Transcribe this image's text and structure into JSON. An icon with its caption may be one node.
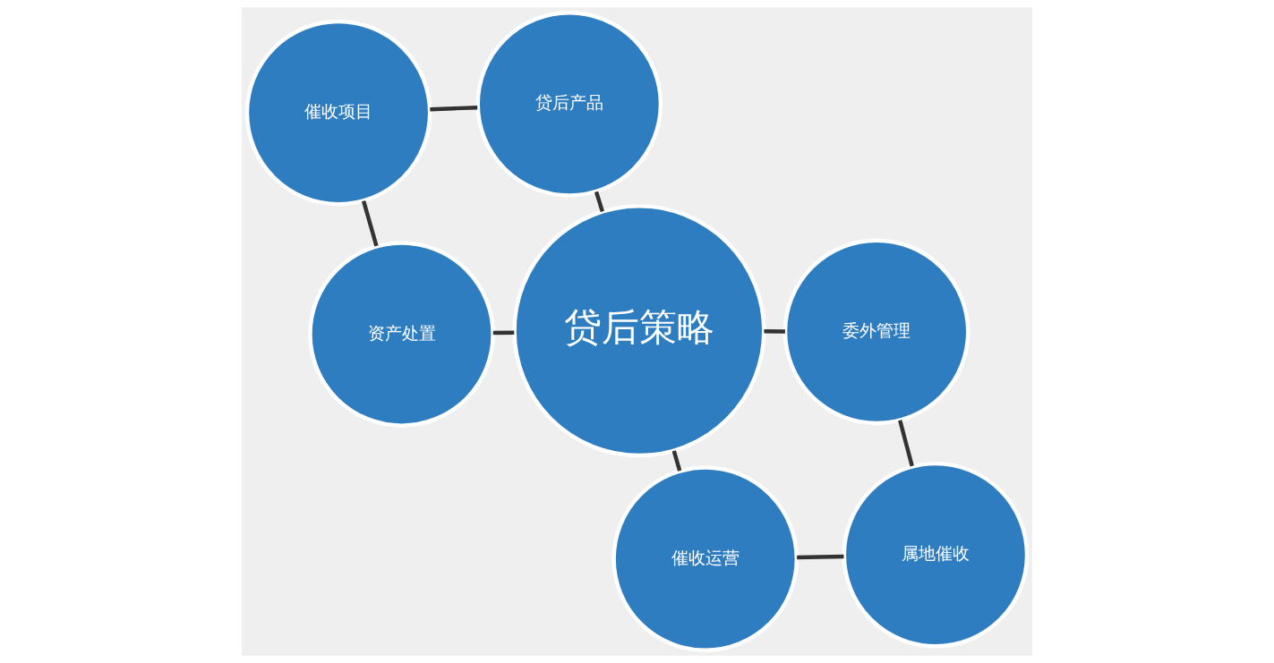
{
  "diagram": {
    "nodes": [
      {
        "text": [
          "贷后策略"
        ]
      },
      {
        "text": [
          "催收运营"
        ]
      },
      {
        "text": [
          "属地催收"
        ]
      },
      {
        "text": [
          "委外管理"
        ]
      },
      {
        "text": [
          "贷后产品"
        ]
      },
      {
        "text": [
          "催收项目"
        ]
      },
      {
        "text": [
          "资产处置"
        ]
      }
    ],
    "edges": [
      {
        "from": 0,
        "to": 1,
        "arrow": "none"
      },
      {
        "from": 1,
        "to": 2,
        "arrow": "none"
      },
      {
        "from": 2,
        "to": 3,
        "arrow": "none"
      },
      {
        "from": 3,
        "to": 0,
        "arrow": "none"
      },
      {
        "from": 0,
        "to": 4,
        "arrow": "none"
      },
      {
        "from": 4,
        "to": 5,
        "arrow": "none"
      },
      {
        "from": 5,
        "to": 6,
        "arrow": "none"
      },
      {
        "from": 6,
        "to": 0,
        "arrow": "none"
      }
    ]
  }
}
